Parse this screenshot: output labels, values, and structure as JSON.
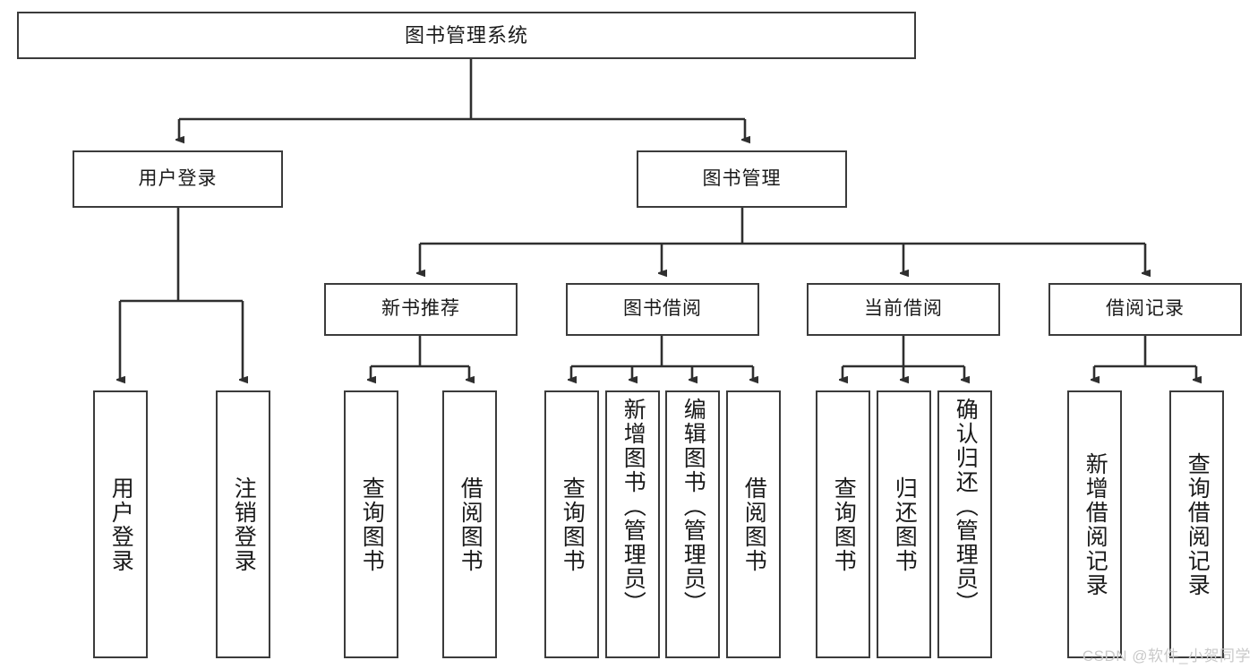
{
  "diagram": {
    "title": "图书管理系统",
    "type": "tree",
    "watermark": "CSDN @软件_小贺同学",
    "colors": {
      "box_border": "#3b3b3b",
      "box_fill": "#ffffff",
      "connector": "#2f2f2f",
      "text": "#1a1a1a",
      "watermark": "#c9c9c9",
      "background": "#ffffff"
    },
    "root": {
      "label": "图书管理系统"
    },
    "level1": [
      {
        "label": "用户登录"
      },
      {
        "label": "图书管理"
      }
    ],
    "level2": [
      {
        "label": "新书推荐"
      },
      {
        "label": "图书借阅"
      },
      {
        "label": "当前借阅"
      },
      {
        "label": "借阅记录"
      }
    ],
    "leaves": {
      "user_login": [
        {
          "label": "用户登录"
        },
        {
          "label": "注销登录"
        }
      ],
      "new_book_recommend": [
        {
          "label": "查询图书"
        },
        {
          "label": "借阅图书"
        }
      ],
      "book_borrow": [
        {
          "label": "查询图书"
        },
        {
          "label": "新增图书（管理员）"
        },
        {
          "label": "编辑图书（管理员）"
        },
        {
          "label": "借阅图书"
        }
      ],
      "current_borrow": [
        {
          "label": "查询图书"
        },
        {
          "label": "归还图书"
        },
        {
          "label": "确认归还（管理员）"
        }
      ],
      "borrow_record": [
        {
          "label": "新增借阅记录"
        },
        {
          "label": "查询借阅记录"
        }
      ]
    }
  }
}
